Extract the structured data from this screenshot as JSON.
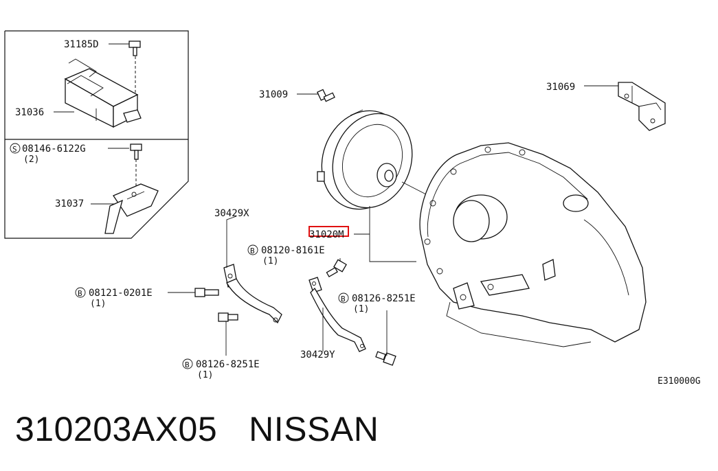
{
  "diagram": {
    "labels": {
      "p31185D": "31185D",
      "p31036": "31036",
      "p08146": "08146-6122G",
      "p08146_qty": "(2)",
      "p31037": "31037",
      "p30429X": "30429X",
      "p31009": "31009",
      "p31020M": "31020M",
      "p08120": "08120-8161E",
      "p08120_qty": "(1)",
      "p08121": "08121-0201E",
      "p08121_qty": "(1)",
      "p08126a": "08126-8251E",
      "p08126a_qty": "(1)",
      "p08126b": "08126-8251E",
      "p08126b_qty": "(1)",
      "p30429Y": "30429Y",
      "p31069": "31069",
      "code": "E310000G"
    },
    "prefixes": {
      "s": "S",
      "b": "B"
    },
    "highlight_color": "#e01010"
  },
  "footer": {
    "part_number": "310203AX05",
    "brand": "NISSAN"
  }
}
